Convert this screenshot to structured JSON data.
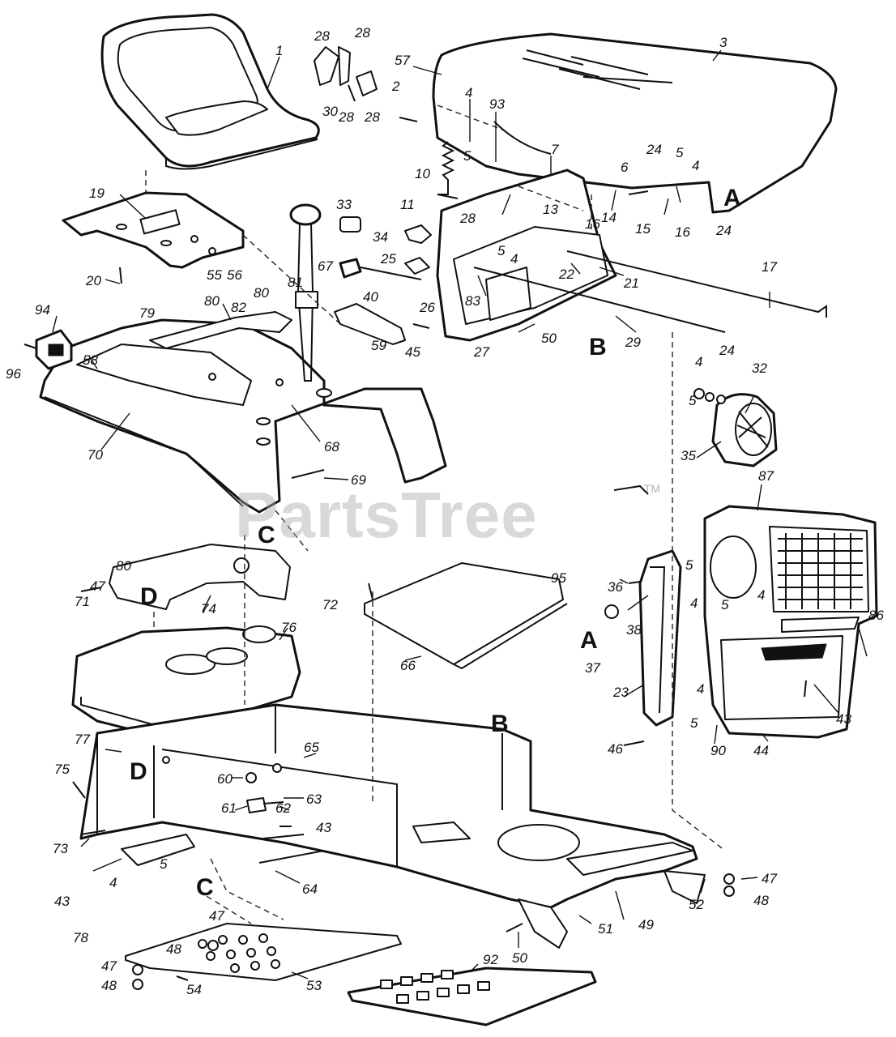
{
  "watermark": {
    "text": "PartsTree",
    "trademark": "TM"
  },
  "section_markers": [
    {
      "id": "A",
      "text": "A"
    },
    {
      "id": "A2",
      "text": "A"
    },
    {
      "id": "B",
      "text": "B"
    },
    {
      "id": "B2",
      "text": "B"
    },
    {
      "id": "C",
      "text": "C"
    },
    {
      "id": "C2",
      "text": "C"
    },
    {
      "id": "D",
      "text": "D"
    },
    {
      "id": "D2",
      "text": "D"
    }
  ],
  "callouts": [
    "1",
    "28",
    "28",
    "30",
    "28",
    "28",
    "3",
    "57",
    "2",
    "4",
    "93",
    "5",
    "7",
    "10",
    "24",
    "5",
    "4",
    "6",
    "15",
    "16",
    "24",
    "19",
    "33",
    "34",
    "11",
    "28",
    "13",
    "16",
    "14",
    "20",
    "55",
    "56",
    "67",
    "25",
    "5",
    "4",
    "22",
    "21",
    "17",
    "26",
    "83",
    "27",
    "50",
    "29",
    "81",
    "40",
    "79",
    "80",
    "80",
    "82",
    "59",
    "45",
    "94",
    "58",
    "96",
    "70",
    "68",
    "69",
    "4",
    "24",
    "32",
    "5",
    "35",
    "87",
    "80",
    "47",
    "71",
    "74",
    "72",
    "95",
    "66",
    "36",
    "5",
    "4",
    "5",
    "4",
    "38",
    "37",
    "86",
    "76",
    "23",
    "4",
    "5",
    "43",
    "90",
    "44",
    "46",
    "77",
    "75",
    "65",
    "60",
    "63",
    "61",
    "62",
    "73",
    "43",
    "64",
    "4",
    "5",
    "43",
    "78",
    "47",
    "48",
    "47",
    "48",
    "54",
    "53",
    "92",
    "50",
    "51",
    "49",
    "52",
    "47",
    "48"
  ]
}
